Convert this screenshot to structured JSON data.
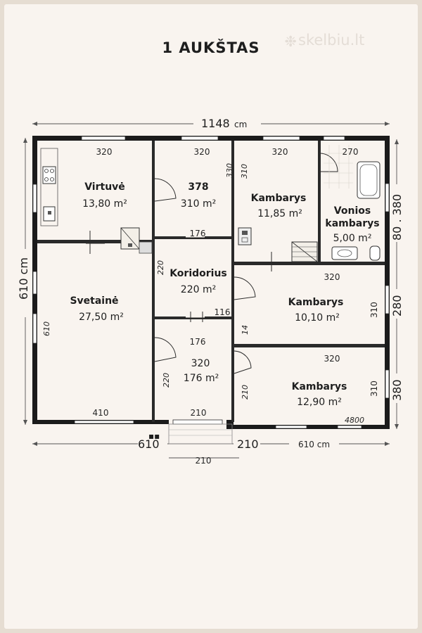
{
  "title": "1 AUKŠTAS",
  "watermark": "skelbiu.lt",
  "dimensions": {
    "total_width": "1148",
    "total_width_unit": "cm",
    "left_height": "610 cm",
    "right_top": "80 . 380",
    "right_mid": "280",
    "right_bottom": "380",
    "bottom_left": "610",
    "bottom_mid": "210",
    "bottom_right": "610 cm",
    "bottom_below": "210"
  },
  "rooms": [
    {
      "id": "virtuve",
      "name": "Virtuvė",
      "area": "13,80 m²",
      "width": "320"
    },
    {
      "id": "room378",
      "name": "378",
      "area": "310 m²",
      "width": "320",
      "side": "330"
    },
    {
      "id": "kambarys1",
      "name": "Kambarys",
      "area": "11,85 m²",
      "width": "320",
      "side": "310"
    },
    {
      "id": "vonios",
      "name": "Vonios",
      "name2": "kambarys",
      "area": "5,00 m²",
      "width": "270"
    },
    {
      "id": "koridorius",
      "name": "Koridorius",
      "area": "220 m²",
      "top": "176",
      "side": "220",
      "bottom": "116"
    },
    {
      "id": "svetaine",
      "name": "Svetainė",
      "area": "27,50 m²",
      "side": "610",
      "bottom": "410"
    },
    {
      "id": "kambarys2",
      "name": "Kambarys",
      "area": "10,10 m²",
      "top": "320",
      "side": "310",
      "left": "14"
    },
    {
      "id": "room320",
      "name": "320",
      "area": "176 m²",
      "top": "176",
      "side": "220",
      "bottom": "210"
    },
    {
      "id": "kambarys3",
      "name": "Kambarys",
      "area": "12,90 m²",
      "top": "320",
      "side": "310",
      "left": "210",
      "note": "4800"
    }
  ]
}
